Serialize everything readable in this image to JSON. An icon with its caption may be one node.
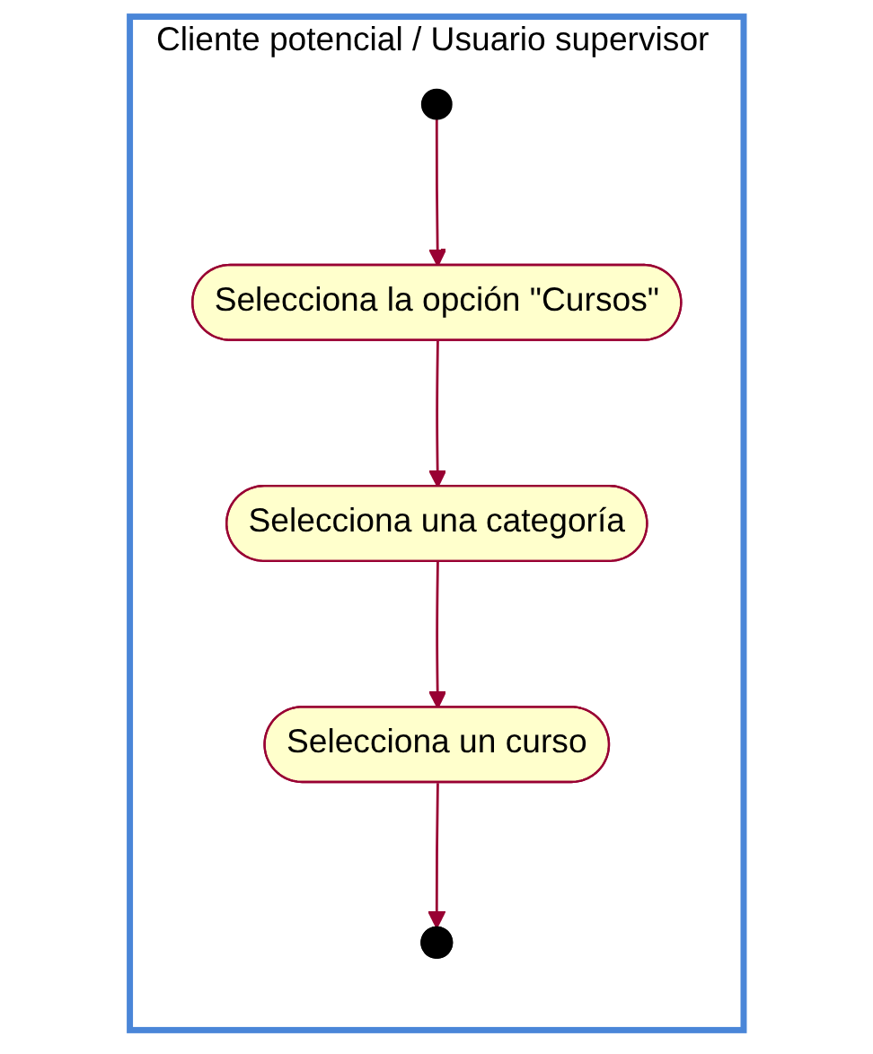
{
  "diagram": {
    "nodes": [
      {
        "text": [
          "Cliente potencial / Usuario supervisor"
        ]
      },
      {
        "text": [],
        "shape": "circle",
        "in": 0
      },
      {
        "text": [
          "Selecciona la opción \"Cursos\""
        ],
        "in": 0
      },
      {
        "text": [
          "Selecciona una categoría"
        ],
        "in": 0
      },
      {
        "text": [
          "Selecciona un curso"
        ],
        "in": 0
      },
      {
        "text": [],
        "shape": "bullseye",
        "in": 0
      }
    ],
    "edges": [
      {
        "from": 1,
        "to": 2,
        "arrow": "to"
      },
      {
        "from": 2,
        "to": 3,
        "arrow": "to"
      },
      {
        "from": 3,
        "to": 4,
        "arrow": "to"
      },
      {
        "from": 4,
        "to": 5,
        "arrow": "to"
      }
    ]
  }
}
